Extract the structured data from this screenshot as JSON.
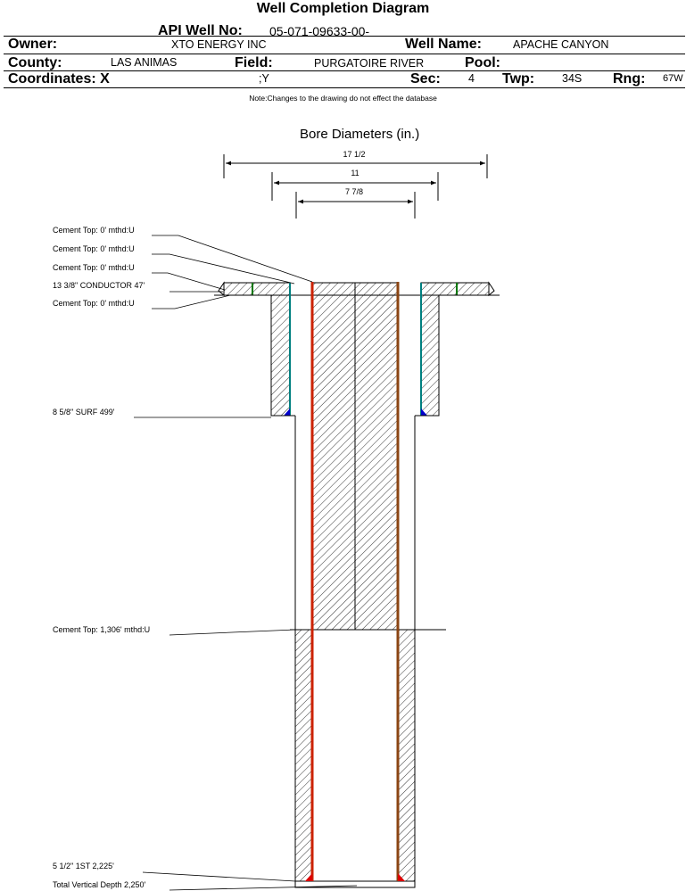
{
  "header": {
    "title": "Well Completion Diagram",
    "api_label": "API Well No:",
    "api_value": "05-071-09633-00-",
    "owner_label": "Owner:",
    "owner_value": "XTO ENERGY INC",
    "well_name_label": "Well Name:",
    "well_name_value": "APACHE CANYON",
    "county_label": "County:",
    "county_value": "LAS ANIMAS",
    "field_label": "Field:",
    "field_value": "PURGATOIRE RIVER",
    "pool_label": "Pool:",
    "pool_value": "",
    "coords_label": "Coordinates: X",
    "coords_y": ";Y",
    "sec_label": "Sec:",
    "sec_value": "4",
    "twp_label": "Twp:",
    "twp_value": "34S",
    "rng_label": "Rng:",
    "rng_value": "67W",
    "note": "Note:Changes to the drawing do not effect the database"
  },
  "diagram": {
    "bore_title": "Bore Diameters (in.)",
    "bore_diameters": [
      "17 1/2",
      "11",
      "7 7/8"
    ],
    "labels": {
      "cement_top_1": "Cement Top: 0' mthd:U",
      "cement_top_2": "Cement Top: 0' mthd:U",
      "cement_top_3": "Cement Top: 0' mthd:U",
      "conductor": "13 3/8\" CONDUCTOR  47'",
      "cement_top_4": "Cement Top: 0' mthd:U",
      "surf": "8 5/8\" SURF       499'",
      "cement_top_5": "Cement Top: 1,306' mthd:U",
      "production": "5 1/2\" 1ST       2,225'",
      "total_depth": "Total Vertical Depth 2,250'"
    },
    "colors": {
      "production_casing": "#cc2200",
      "surface_casing": "#008080",
      "conductor_casing": "#007700",
      "shoe_surface": "#0000cc",
      "shoe_production": "#dd0000",
      "production_casing_right": "#8b4513"
    }
  }
}
